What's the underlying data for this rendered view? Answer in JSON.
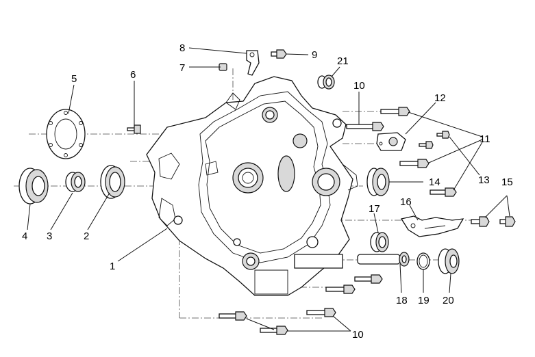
{
  "callouts": [
    {
      "id": "c1",
      "text": "1"
    },
    {
      "id": "c2",
      "text": "2"
    },
    {
      "id": "c3",
      "text": "3"
    },
    {
      "id": "c4",
      "text": "4"
    },
    {
      "id": "c5",
      "text": "5"
    },
    {
      "id": "c6",
      "text": "6"
    },
    {
      "id": "c7",
      "text": "7"
    },
    {
      "id": "c8",
      "text": "8"
    },
    {
      "id": "c9",
      "text": "9"
    },
    {
      "id": "c10a",
      "text": "10"
    },
    {
      "id": "c10b",
      "text": "10"
    },
    {
      "id": "c11",
      "text": "11"
    },
    {
      "id": "c12",
      "text": "12"
    },
    {
      "id": "c13",
      "text": "13"
    },
    {
      "id": "c14",
      "text": "14"
    },
    {
      "id": "c15",
      "text": "15"
    },
    {
      "id": "c16",
      "text": "16"
    },
    {
      "id": "c17",
      "text": "17"
    },
    {
      "id": "c18",
      "text": "18"
    },
    {
      "id": "c19",
      "text": "19"
    },
    {
      "id": "c20",
      "text": "20"
    },
    {
      "id": "c21",
      "text": "21"
    }
  ],
  "colors": {
    "line": "#111111",
    "shade": "#d9d9d9",
    "background": "#ffffff"
  }
}
